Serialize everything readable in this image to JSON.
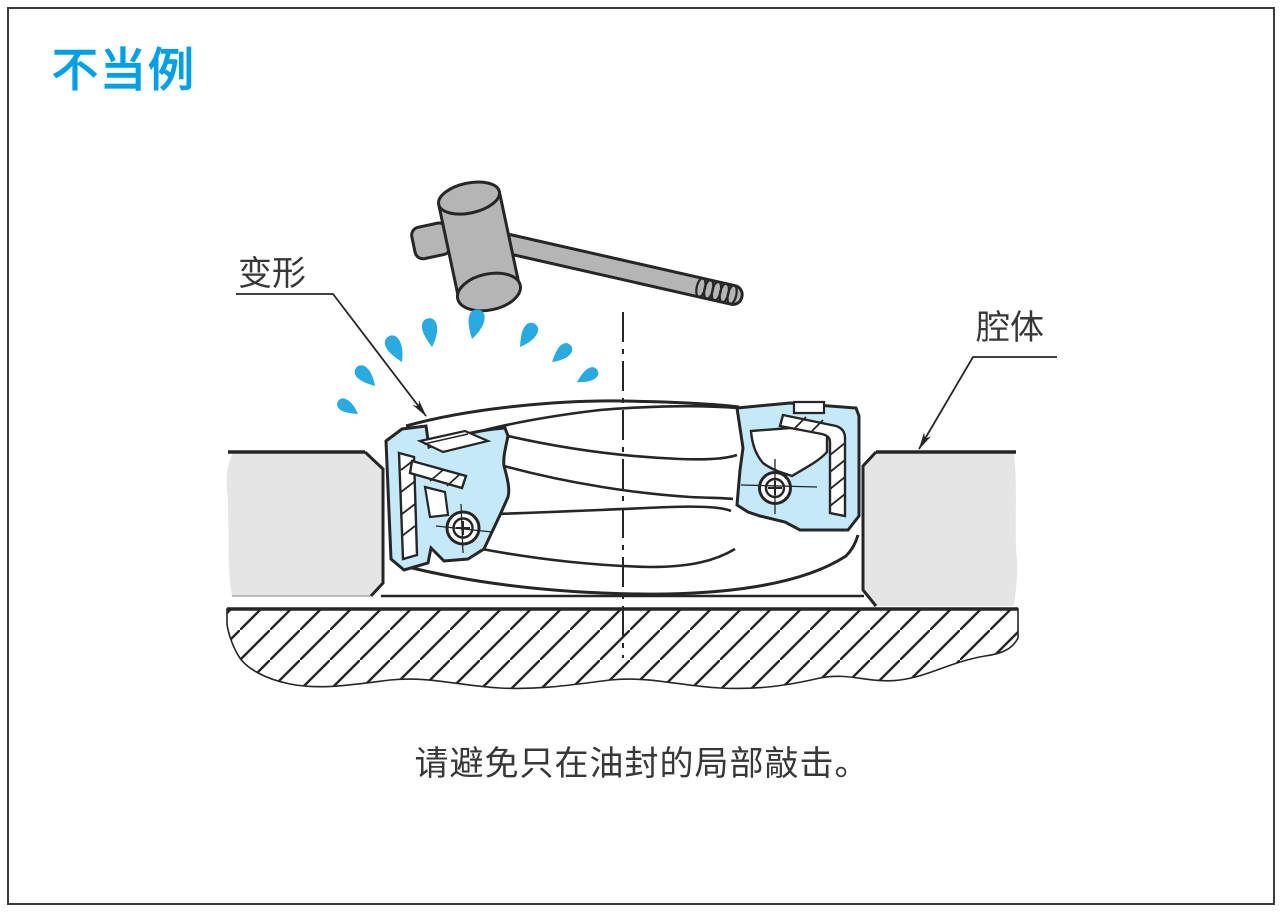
{
  "page": {
    "title": "不当例",
    "caption": "请避免只在油封的局部敲击。"
  },
  "labels": {
    "deformation": "变形",
    "housing": "腔体"
  },
  "colors": {
    "accent_cyan": "#00A0E9",
    "splash_cyan": "#29ABE2",
    "seal_fill_blue": "#C5E9F8",
    "housing_gray": "#E5E5E5",
    "hammer_gray": "#B5B5B5",
    "line_dark": "#262626",
    "text_dark": "#383838",
    "frame_border": "#3C3C3C"
  }
}
